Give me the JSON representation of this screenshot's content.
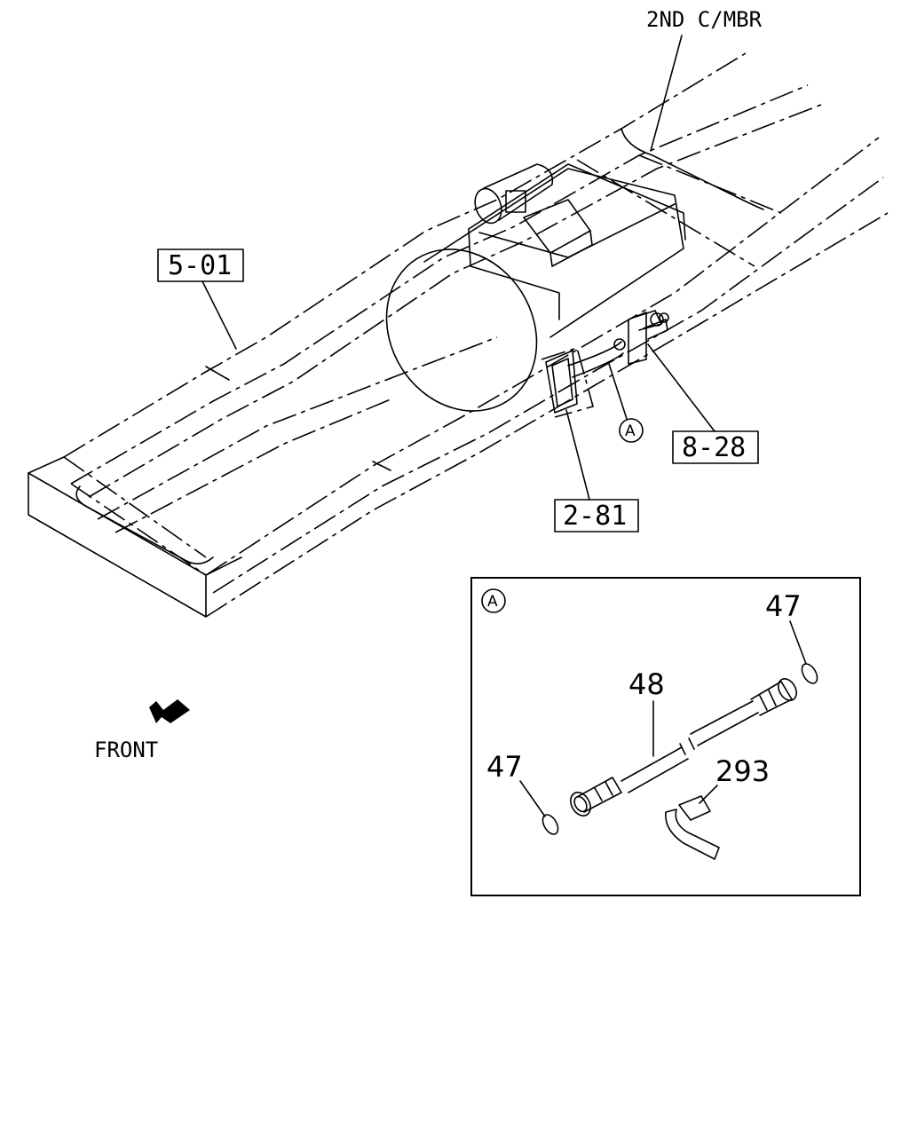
{
  "labels": {
    "crossmember": "2ND C/MBR",
    "ref_frame": "5-01",
    "ref_pipe": "8-28",
    "ref_bracket": "2-81",
    "detail_marker": "A",
    "front": "FRONT"
  },
  "detail": {
    "marker": "A",
    "parts": {
      "oring_top": "47",
      "hose": "48",
      "oring_left": "47",
      "clip": "293"
    }
  }
}
